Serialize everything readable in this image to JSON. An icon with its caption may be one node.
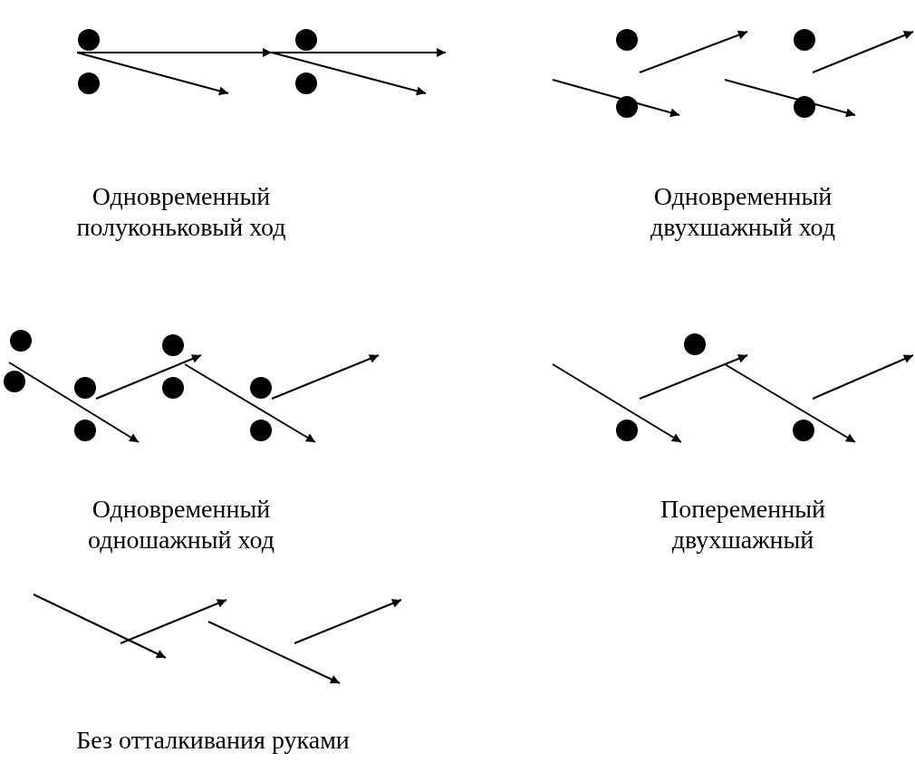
{
  "diagram": {
    "labels": [
      "Одновременный полуконьковый ход",
      "Одновременный двухшажный ход",
      "Одновременный одношажный ход",
      "Попеременный двухшажный",
      "Без отталкивания руками"
    ]
  }
}
